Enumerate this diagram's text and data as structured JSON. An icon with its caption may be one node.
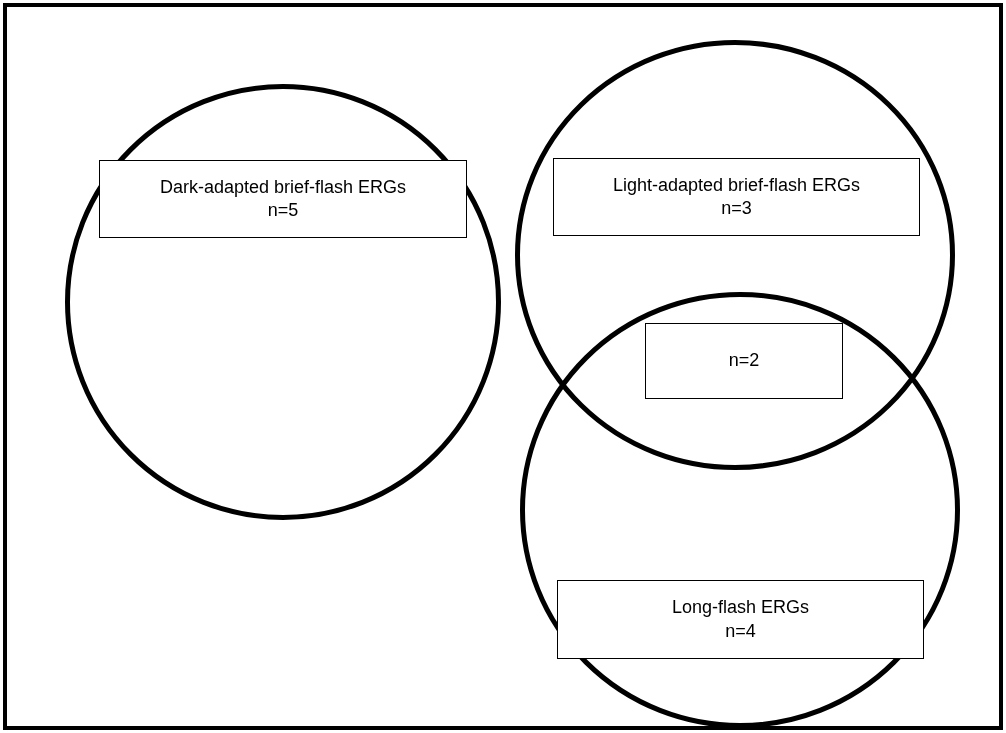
{
  "diagram": {
    "nodes": [
      {
        "text": [],
        "shape": "circle"
      },
      {
        "text": [
          "Dark-adapted brief-flash ERGs",
          "n=5"
        ],
        "in": 0
      },
      {
        "text": [],
        "shape": "circle"
      },
      {
        "text": [
          "Light-adapted brief-flash ERGs",
          "n=3"
        ],
        "in": 2
      },
      {
        "text": [],
        "shape": "circle"
      },
      {
        "text": [
          "n=2"
        ]
      },
      {
        "text": [
          "Long-flash ERGs",
          "n=4"
        ],
        "in": 4
      }
    ]
  }
}
